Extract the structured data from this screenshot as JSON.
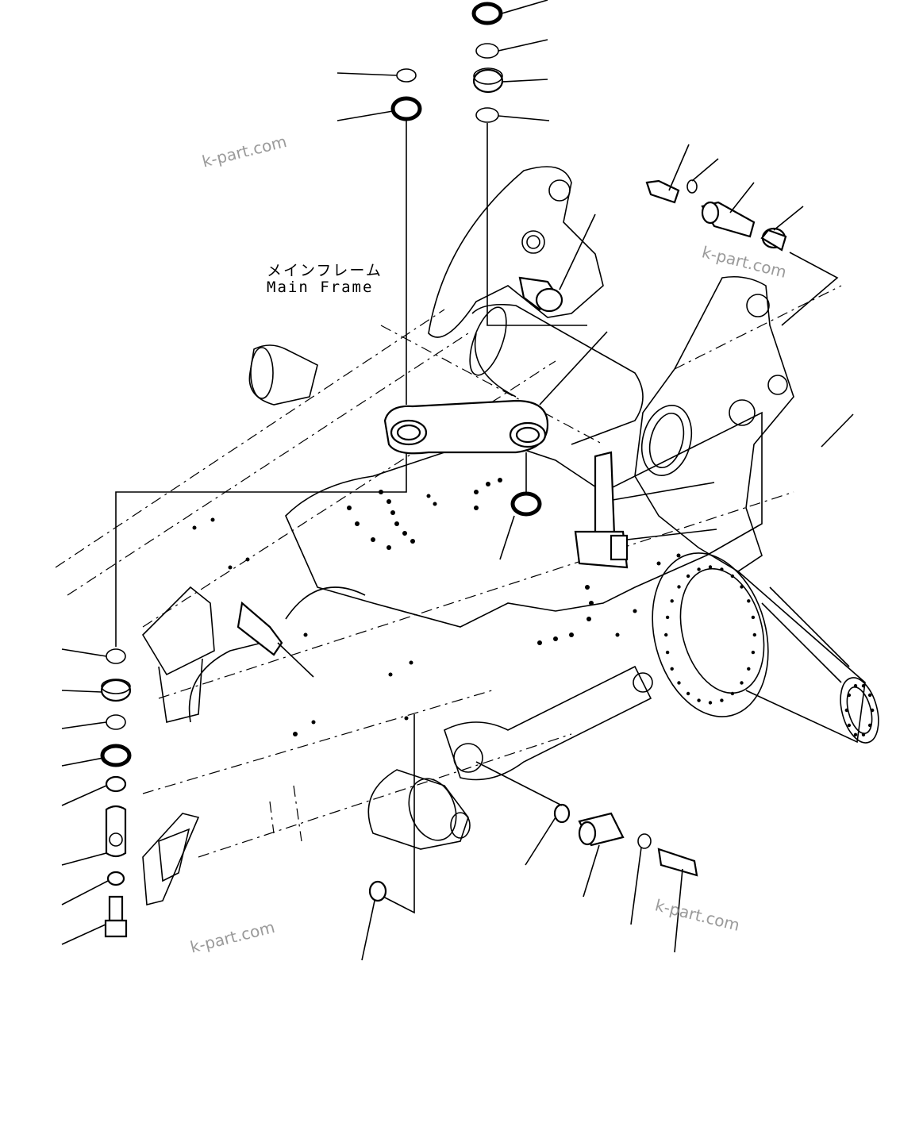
{
  "frame_label": {
    "japanese": "メインフレーム",
    "english": "Main Frame"
  },
  "watermarks": [
    "k-part.com",
    "k-part.com",
    "k-part.com",
    "k-part.com"
  ]
}
